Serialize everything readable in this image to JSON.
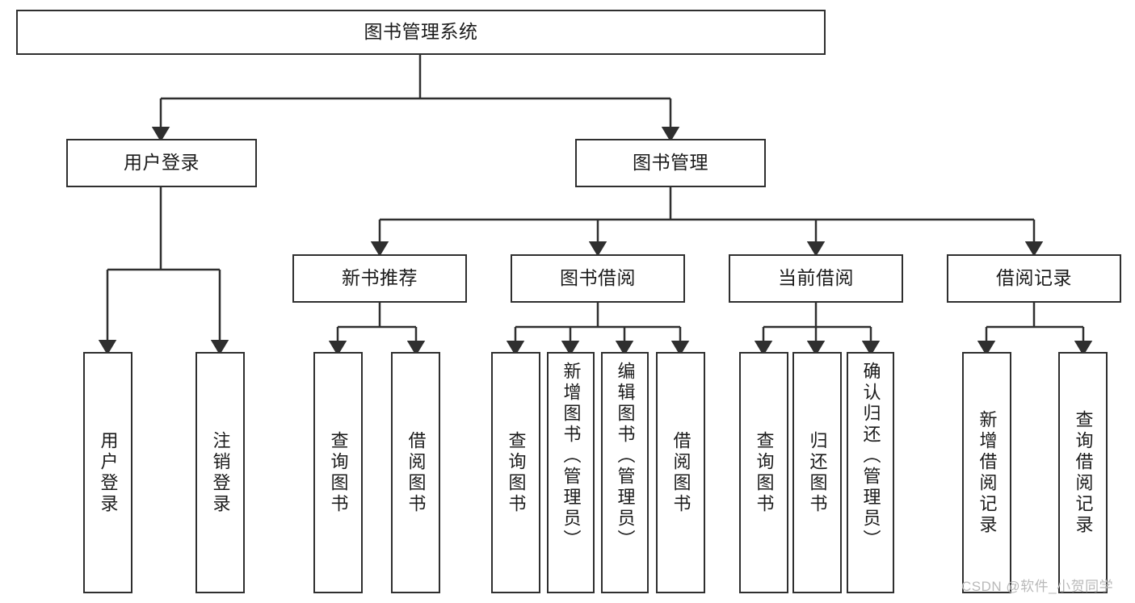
{
  "diagram": {
    "title": "图书管理系统",
    "type": "tree-hierarchy-chart",
    "watermark": "CSDN @软件_小贺同学",
    "colors": {
      "stroke": "#2f2f2f",
      "fill": "#ffffff",
      "text": "#1b1b1b",
      "watermark": "#b9b9b9"
    }
  },
  "nodes": {
    "root": {
      "label": "图书管理系统"
    },
    "level1": [
      {
        "id": "user-login",
        "label": "用户登录"
      },
      {
        "id": "book-manage",
        "label": "图书管理"
      }
    ],
    "level2": [
      {
        "id": "new-book-recommend",
        "label": "新书推荐"
      },
      {
        "id": "book-borrow",
        "label": "图书借阅"
      },
      {
        "id": "current-borrow",
        "label": "当前借阅"
      },
      {
        "id": "borrow-record",
        "label": "借阅记录"
      }
    ],
    "leaves": {
      "user_login": [
        {
          "id": "leaf-user-login",
          "label": "用户登录"
        },
        {
          "id": "leaf-logout-login",
          "label": "注销登录"
        }
      ],
      "new_book_recommend": [
        {
          "id": "leaf-query-book-1",
          "label": "查询图书"
        },
        {
          "id": "leaf-borrow-book-1",
          "label": "借阅图书"
        }
      ],
      "book_borrow": [
        {
          "id": "leaf-query-book-2",
          "label": "查询图书"
        },
        {
          "id": "leaf-add-book-admin",
          "label": "新增图书（管理员）"
        },
        {
          "id": "leaf-edit-book-admin",
          "label": "编辑图书（管理员）"
        },
        {
          "id": "leaf-borrow-book-2",
          "label": "借阅图书"
        }
      ],
      "current_borrow": [
        {
          "id": "leaf-query-book-3",
          "label": "查询图书"
        },
        {
          "id": "leaf-return-book",
          "label": "归还图书"
        },
        {
          "id": "leaf-confirm-return-admin",
          "label": "确认归还（管理员）"
        }
      ],
      "borrow_record": [
        {
          "id": "leaf-add-borrow-record",
          "label": "新增借阅记录"
        },
        {
          "id": "leaf-query-borrow-record",
          "label": "查询借阅记录"
        }
      ]
    }
  }
}
